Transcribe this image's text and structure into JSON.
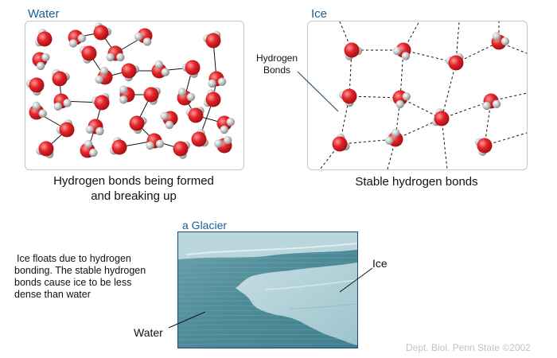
{
  "water_panel": {
    "title": "Water",
    "caption_line1": "Hydrogen bonds being formed",
    "caption_line2": "and breaking up"
  },
  "ice_panel": {
    "title": "Ice",
    "hb_label_line1": "Hydrogen",
    "hb_label_line2": "Bonds",
    "caption": "Stable hydrogen bonds"
  },
  "glacier": {
    "title": "a Glacier",
    "ice_label": "Ice",
    "water_label": "Water"
  },
  "explanation": {
    "line1": "Ice floats due to hydrogen",
    "line2": "bonding.  The stable hydrogen",
    "line3": "bonds cause ice to be less",
    "line4": "dense than water"
  },
  "credit": "Dept. Biol. Penn State ©2002",
  "colors": {
    "oxygen": "#e2252a",
    "hydrogen": "#c9c9c9",
    "title_blue": "#1b5e96",
    "glacier_water": "#4f8f9c",
    "glacier_ice": "#a9ccd3"
  }
}
